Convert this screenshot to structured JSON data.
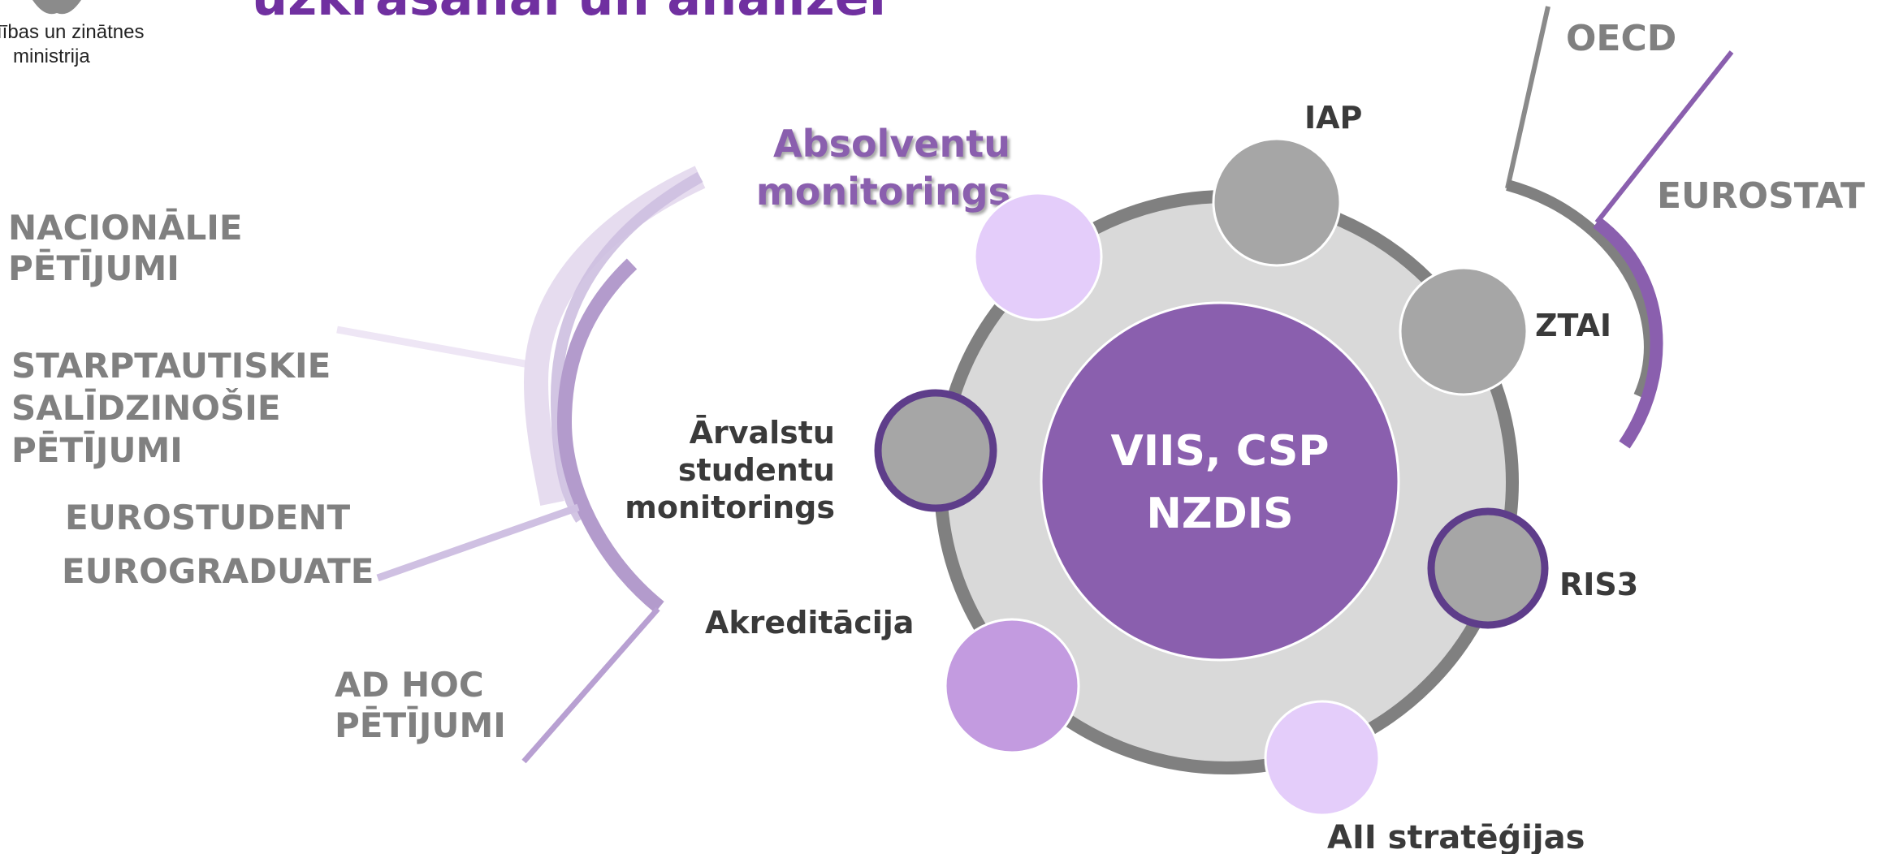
{
  "header": {
    "title_fragment": "uzkrāšanai un analīzei",
    "ministry_line1": "īības un zinātnes",
    "ministry_line2": "ministrija"
  },
  "colors": {
    "purple_main": "#8a5fae",
    "purple_title": "#7030a0",
    "grey_text": "#808080",
    "dark_text": "#3a3a3a",
    "ring_grey": "#808080",
    "disk_grey": "#d9d9d9",
    "node_grey": "#a6a6a6",
    "node_lilac": "#e4cdfa",
    "node_violet": "#c39be0",
    "node_border_purple": "#5e3d8a"
  },
  "left_sources": {
    "nacionalie": [
      "NACIONĀLIE",
      "PĒTĪJUMI"
    ],
    "starptautiskie": [
      "STARPTAUTISKIE",
      "SALĪDZINOŠIE",
      "PĒTĪJUMI"
    ],
    "eurostudent": "EUROSTUDENT",
    "eurograduate": "EUROGRADUATE",
    "adhoc": [
      "AD HOC",
      "PĒTĪJUMI"
    ]
  },
  "absolventu": [
    "Absolventu",
    "monitorings"
  ],
  "center": {
    "line1": "VIIS,  CSP",
    "line2": "NZDIS"
  },
  "nodes": {
    "iap": "IAP",
    "ztai": "ZTAI",
    "ris3": "RIS3",
    "aii": "AII stratēģijas",
    "akreditacija": "Akreditācija",
    "arvalstu": [
      "Ārvalstu",
      "studentu",
      "monitorings"
    ]
  },
  "right_sources": {
    "oecd": "OECD",
    "eurostat": "EUROSTAT"
  }
}
